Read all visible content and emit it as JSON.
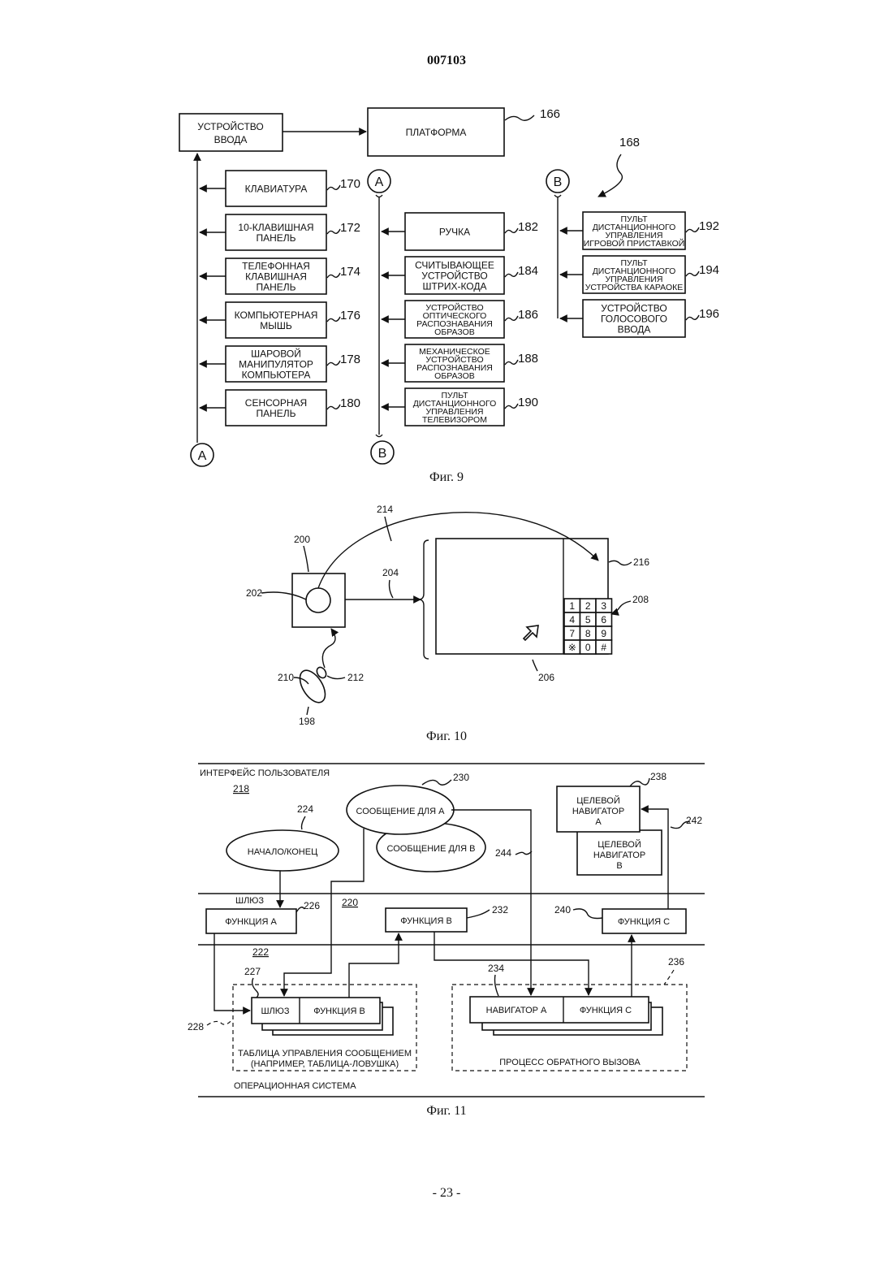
{
  "page_number": "007103",
  "footer": "- 23 -",
  "fig9": {
    "caption": "Фиг. 9",
    "input_device": [
      "УСТРОЙСТВО",
      "ВВОДА"
    ],
    "platform": "ПЛАТФОРМА",
    "ref_platform": "166",
    "ref_group": "168",
    "connector_a": "A",
    "connector_b": "B",
    "left_items": [
      {
        "lines": [
          "КЛАВИАТУРА"
        ],
        "ref": "170"
      },
      {
        "lines": [
          "10-КЛАВИШНАЯ",
          "ПАНЕЛЬ"
        ],
        "ref": "172"
      },
      {
        "lines": [
          "ТЕЛЕФОННАЯ",
          "КЛАВИШНАЯ",
          "ПАНЕЛЬ"
        ],
        "ref": "174"
      },
      {
        "lines": [
          "КОМПЬЮТЕРНАЯ",
          "МЫШЬ"
        ],
        "ref": "176"
      },
      {
        "lines": [
          "ШАРОВОЙ",
          "МАНИПУЛЯТОР",
          "КОМПЬЮТЕРА"
        ],
        "ref": "178"
      },
      {
        "lines": [
          "СЕНСОРНАЯ",
          "ПАНЕЛЬ"
        ],
        "ref": "180"
      }
    ],
    "mid_items": [
      {
        "lines": [
          "РУЧКА"
        ],
        "ref": "182"
      },
      {
        "lines": [
          "СЧИТЫВАЮЩЕЕ",
          "УСТРОЙСТВО",
          "ШТРИХ-КОДА"
        ],
        "ref": "184"
      },
      {
        "lines": [
          "УСТРОЙСТВО",
          "ОПТИЧЕСКОГО",
          "РАСПОЗНАВАНИЯ",
          "ОБРАЗОВ"
        ],
        "ref": "186"
      },
      {
        "lines": [
          "МЕХАНИЧЕСКОЕ",
          "УСТРОЙСТВО",
          "РАСПОЗНАВАНИЯ",
          "ОБРАЗОВ"
        ],
        "ref": "188"
      },
      {
        "lines": [
          "ПУЛЬТ",
          "ДИСТАНЦИОННОГО",
          "УПРАВЛЕНИЯ",
          "ТЕЛЕВИЗОРОМ"
        ],
        "ref": "190"
      }
    ],
    "right_items": [
      {
        "lines": [
          "ПУЛЬТ",
          "ДИСТАНЦИОННОГО",
          "УПРАВЛЕНИЯ",
          "ИГРОВОЙ ПРИСТАВКОЙ"
        ],
        "ref": "192"
      },
      {
        "lines": [
          "ПУЛЬТ",
          "ДИСТАНЦИОННОГО",
          "УПРАВЛЕНИЯ",
          "УСТРОЙСТВА КАРАОКЕ"
        ],
        "ref": "194"
      },
      {
        "lines": [
          "УСТРОЙСТВО",
          "ГОЛОСОВОГО",
          "ВВОДА"
        ],
        "ref": "196"
      }
    ]
  },
  "fig10": {
    "caption": "Фиг. 10",
    "refs": {
      "r214": "214",
      "r200": "200",
      "r202": "202",
      "r204": "204",
      "r216": "216",
      "r208": "208",
      "r206": "206",
      "r210": "210",
      "r212": "212",
      "r198": "198"
    },
    "keypad": [
      "1",
      "2",
      "3",
      "4",
      "5",
      "6",
      "7",
      "8",
      "9",
      "※",
      "0",
      "#"
    ]
  },
  "fig11": {
    "caption": "Фиг. 11",
    "ui_layer": "ИНТЕРФЕЙС ПОЛЬЗОВАТЕЛЯ",
    "ref_218": "218",
    "gateway_label": "ШЛЮЗ",
    "ref_220": "220",
    "ref_222": "222",
    "os_label": "ОПЕРАЦИОННАЯ СИСТЕМА",
    "start_end": "НАЧАЛО/КОНЕЦ",
    "ref_224": "224",
    "msg_a": "СООБЩЕНИЕ ДЛЯ А",
    "ref_230": "230",
    "msg_b": "СООБЩЕНИЕ ДЛЯ В",
    "ref_244": "244",
    "target_nav_a": [
      "ЦЕЛЕВОЙ",
      "НАВИГАТОР",
      "А"
    ],
    "target_nav_b": [
      "ЦЕЛЕВОЙ",
      "НАВИГАТОР",
      "В"
    ],
    "ref_238": "238",
    "ref_242": "242",
    "func_a": "ФУНКЦИЯ А",
    "ref_226": "226",
    "func_b": "ФУНКЦИЯ В",
    "ref_232": "232",
    "func_c": "ФУНКЦИЯ С",
    "ref_240": "240",
    "table_gateway": "ШЛЮЗ",
    "table_func_b": "ФУНКЦИЯ В",
    "ref_227": "227",
    "ref_228": "228",
    "table_caption": [
      "ТАБЛИЦА УПРАВЛЕНИЯ СООБЩЕНИЕМ",
      "(НАПРИМЕР, ТАБЛИЦА-ЛОВУШКА)"
    ],
    "nav_a": "НАВИГАТОР А",
    "cb_func_c": "ФУНКЦИЯ С",
    "ref_234": "234",
    "ref_236": "236",
    "callback_caption": "ПРОЦЕСС ОБРАТНОГО ВЫЗОВА"
  }
}
